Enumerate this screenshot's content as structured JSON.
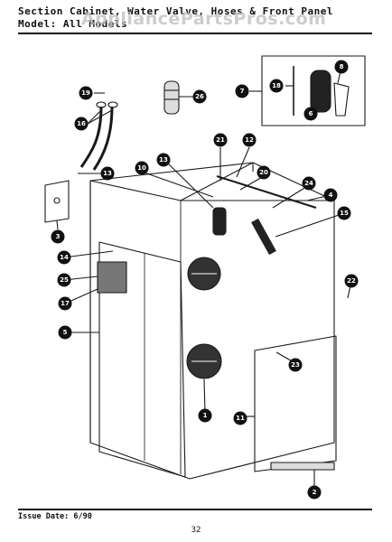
{
  "header": {
    "section_label": "Section",
    "section_value": "Cabinet, Water Valve, Hoses & Front Panel",
    "model_label": "Model:",
    "model_value": "All Models"
  },
  "watermark": "AppliancePartsPros.com",
  "footer": {
    "issue_date": "Issue Date: 6/90",
    "page_number": "32"
  },
  "callouts": [
    "19",
    "18",
    "26",
    "7",
    "8",
    "16",
    "6",
    "21",
    "12",
    "13",
    "10",
    "20",
    "24",
    "13",
    "4",
    "15",
    "3",
    "14",
    "25",
    "17",
    "5",
    "22",
    "23",
    "1",
    "11",
    "2"
  ]
}
